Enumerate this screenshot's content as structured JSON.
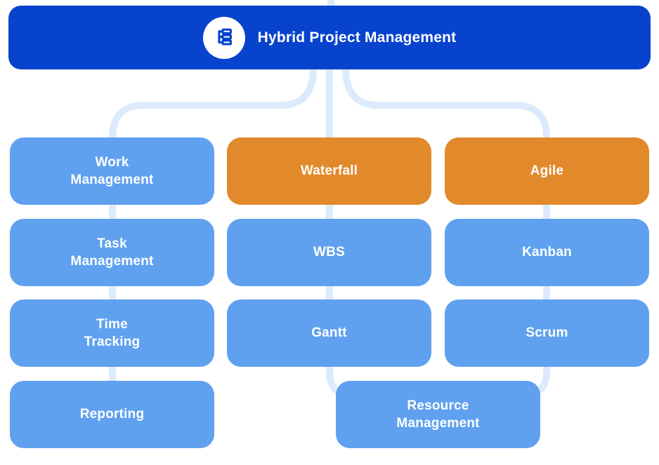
{
  "header": {
    "label": "Hybrid Project Management",
    "icon": "wbs-tree-icon"
  },
  "colors": {
    "header_bg": "#0743cd",
    "node_blue": "#5fa1ef",
    "node_orange": "#e2892b",
    "connector": "#dcebfc",
    "text": "#ffffff",
    "icon_circle": "#ffffff"
  },
  "columns": [
    {
      "name": "work-management-branch",
      "items": [
        {
          "label": "Work\nManagement",
          "variant": "blue"
        },
        {
          "label": "Task\nManagement",
          "variant": "blue"
        },
        {
          "label": "Time\nTracking",
          "variant": "blue"
        },
        {
          "label": "Reporting",
          "variant": "blue"
        }
      ]
    },
    {
      "name": "waterfall-branch",
      "items": [
        {
          "label": "Waterfall",
          "variant": "orange"
        },
        {
          "label": "WBS",
          "variant": "blue"
        },
        {
          "label": "Gantt",
          "variant": "blue"
        }
      ]
    },
    {
      "name": "agile-branch",
      "items": [
        {
          "label": "Agile",
          "variant": "orange"
        },
        {
          "label": "Kanban",
          "variant": "blue"
        },
        {
          "label": "Scrum",
          "variant": "blue"
        }
      ]
    }
  ],
  "shared_node": {
    "label": "Resource\nManagement",
    "variant": "blue"
  }
}
